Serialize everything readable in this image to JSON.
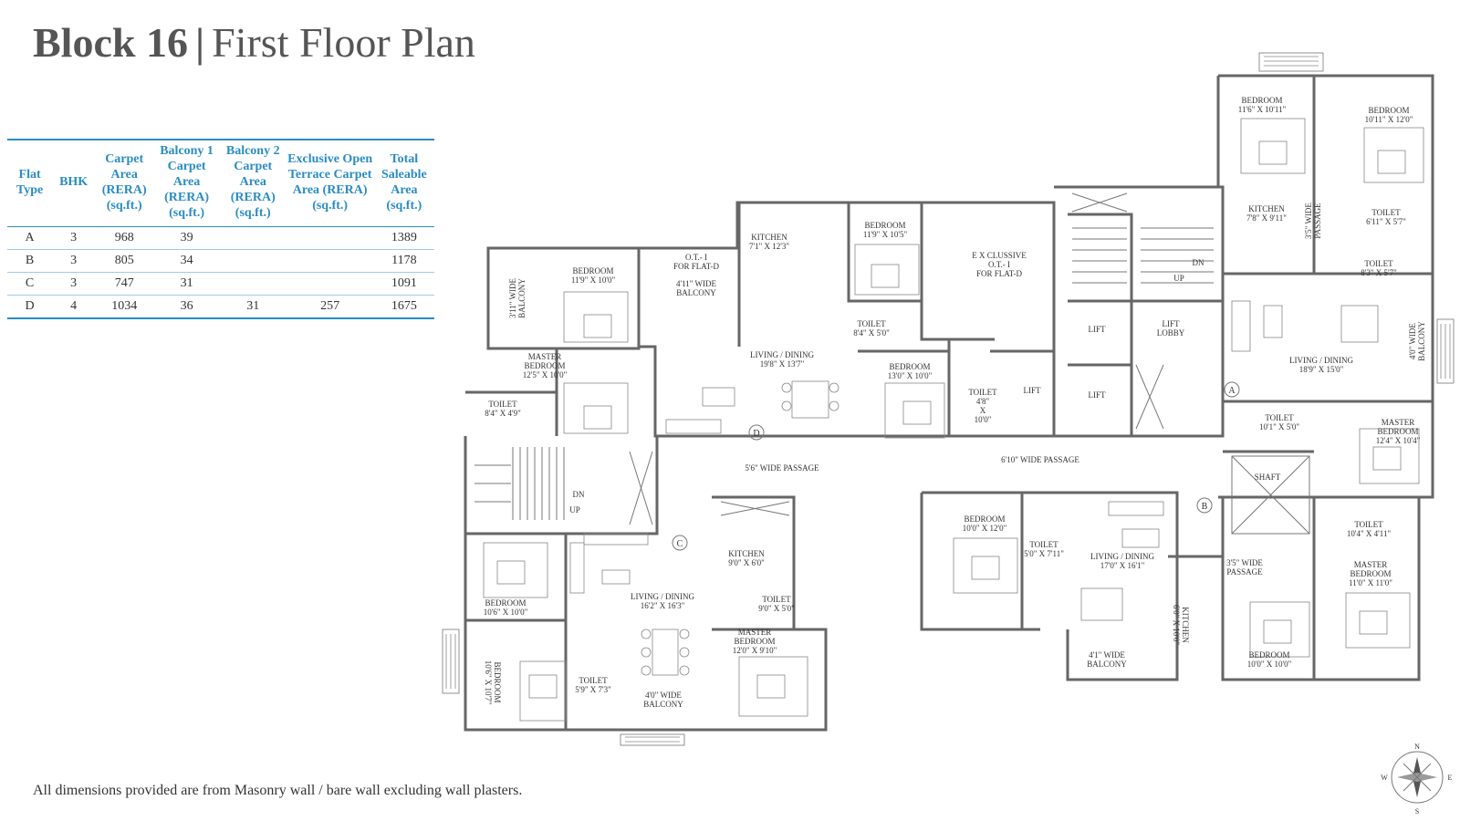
{
  "title": {
    "block": "Block 16",
    "separator": "|",
    "plan": "First Floor Plan"
  },
  "area_table": {
    "headers": [
      "Flat Type",
      "BHK",
      "Carpet Area (RERA) (sq.ft.)",
      "Balcony 1 Carpet Area (RERA) (sq.ft.)",
      "Balcony 2 Carpet Area (RERA) (sq.ft.)",
      "Exclusive Open Terrace Carpet Area (RERA) (sq.ft.)",
      "Total Saleable Area (sq.ft.)"
    ],
    "rows": [
      {
        "type": "A",
        "bhk": "3",
        "carpet": "968",
        "balcony1": "39",
        "balcony2": "",
        "terrace": "",
        "total": "1389"
      },
      {
        "type": "B",
        "bhk": "3",
        "carpet": "805",
        "balcony1": "34",
        "balcony2": "",
        "terrace": "",
        "total": "1178"
      },
      {
        "type": "C",
        "bhk": "3",
        "carpet": "747",
        "balcony1": "31",
        "balcony2": "",
        "terrace": "",
        "total": "1091"
      },
      {
        "type": "D",
        "bhk": "4",
        "carpet": "1034",
        "balcony1": "36",
        "balcony2": "31",
        "terrace": "257",
        "total": "1675"
      }
    ]
  },
  "plan": {
    "flat_d": {
      "balcony_1": [
        "3'11\" WIDE",
        "BALCONY"
      ],
      "bedroom_1": [
        "BEDROOM",
        "11'9\" X 10'0\""
      ],
      "terrace": [
        "O.T.- I",
        "FOR FLAT-D"
      ],
      "balcony_2": [
        "4'11\" WIDE",
        "BALCONY"
      ],
      "kitchen": [
        "KITCHEN",
        "7'1\" X 12'3\""
      ],
      "bedroom_2": [
        "BEDROOM",
        "11'9\" X 10'5\""
      ],
      "toilet_1": [
        "TOILET",
        "8'4\" X 5'0\""
      ],
      "exclusive_terrace": [
        "E X CLUSSIVE",
        "O.T.- I",
        "FOR FLAT-D"
      ],
      "master_bedroom": [
        "MASTER",
        "BEDROOM",
        "12'5\" X 10'0\""
      ],
      "living": [
        "LIVING / DINING",
        "19'8\" X 13'7\""
      ],
      "bedroom_3": [
        "BEDROOM",
        "13'0\" X 10'0\""
      ],
      "toilet_2": [
        "TOILET",
        "8'4\" X 4'9\""
      ],
      "toilet_3": [
        "TOILET",
        "4'8\"",
        "X",
        "10'0\""
      ],
      "marker": "D"
    },
    "core": {
      "lift_1": "LIFT",
      "lift_2": "LIFT",
      "lift_3": "LIFT",
      "lobby": [
        "LIFT",
        "LOBBY"
      ],
      "dn_1": "DN",
      "up_1": "UP",
      "dn_2": "DN",
      "up_2": "UP",
      "passage_left": "5'6\" WIDE PASSAGE",
      "passage_right": "6'10\" WIDE PASSAGE",
      "shaft": "SHAFT"
    },
    "flat_a": {
      "bedroom_1": [
        "BEDROOM",
        "11'6\" X 10'11\""
      ],
      "bedroom_2": [
        "BEDROOM",
        "10'11\" X 12'0\""
      ],
      "kitchen": [
        "KITCHEN",
        "7'8\" X 9'11\""
      ],
      "passage": [
        "3'5\" WIDE",
        "PASSAGE"
      ],
      "toilet_1": [
        "TOILET",
        "6'11\" X 5'7\""
      ],
      "toilet_2": [
        "TOILET",
        "8'3\" X 5'7\""
      ],
      "balcony": [
        "4'0\" WIDE",
        "BALCONY"
      ],
      "living": [
        "LIVING / DINING",
        "18'9\" X 15'0\""
      ],
      "toilet_3": [
        "TOILET",
        "10'1\" X 5'0\""
      ],
      "master_bedroom": [
        "MASTER",
        "BEDROOM",
        "12'4\" X 10'4\""
      ],
      "marker": "A"
    },
    "flat_b": {
      "bedroom_1": [
        "BEDROOM",
        "10'0\" X 12'0\""
      ],
      "toilet_1": [
        "TOILET",
        "5'0\" X 7'11\""
      ],
      "living": [
        "LIVING / DINING",
        "17'0\" X 16'1\""
      ],
      "toilet_2": [
        "TOILET",
        "10'4\" X 4'11\""
      ],
      "passage": [
        "3'5\" WIDE",
        "PASSAGE"
      ],
      "master_bedroom": [
        "MASTER",
        "BEDROOM",
        "11'0\" X 11'0\""
      ],
      "kitchen": [
        "KITCHEN",
        "6'0\" X 10'0\""
      ],
      "bedroom_2": [
        "BEDROOM",
        "10'0\" X 10'0\""
      ],
      "balcony": [
        "4'1\" WIDE",
        "BALCONY"
      ],
      "marker": "B"
    },
    "flat_c": {
      "kitchen": [
        "KITCHEN",
        "9'0\" X 6'0\""
      ],
      "bedroom_1": [
        "BEDROOM",
        "10'6\" X 10'0\""
      ],
      "living": [
        "LIVING / DINING",
        "16'2\" X 16'3\""
      ],
      "toilet_1": [
        "TOILET",
        "9'0\" X 5'0\""
      ],
      "master_bedroom": [
        "MASTER",
        "BEDROOM",
        "12'0\" X 9'10\""
      ],
      "bedroom_2": [
        "BEDROOM",
        "10'6\" X 10'7\""
      ],
      "toilet_2": [
        "TOILET",
        "5'9\" X 7'3\""
      ],
      "balcony": [
        "4'0\" WIDE",
        "BALCONY"
      ],
      "marker": "C"
    },
    "compass": {
      "n": "N",
      "e": "E",
      "s": "S",
      "w": "W"
    }
  },
  "footnote": "All dimensions provided are from Masonry wall / bare wall excluding wall plasters.",
  "colors": {
    "accent": "#2a8cc4",
    "title": "#555555",
    "wall": "#666666"
  }
}
